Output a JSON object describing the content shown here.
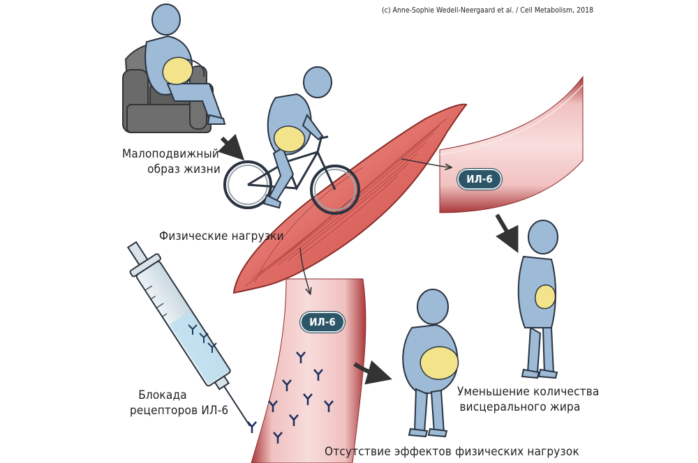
{
  "credit": "(c) Anne-Sophie Wedell-Neergaard et al. / Cell Metabolism, 2018",
  "labels": {
    "sedentary": [
      "Малоподвижный",
      "образ жизни"
    ],
    "exercise": "Физические нагрузки",
    "blockade": [
      "Блокада",
      "рецепторов ИЛ-6"
    ],
    "reduction": [
      "Уменьшение количества",
      "висцерального жира"
    ],
    "no_effect": "Отсутствие эффектов физических нагрузок"
  },
  "badges": {
    "il6_top": "ИЛ-6",
    "il6_bottom": "ИЛ-6"
  },
  "colors": {
    "figure": "#9dbad6",
    "figure_outline": "#2a3340",
    "fat": "#f3e38a",
    "muscle": "#e27a74",
    "vessel": "#f2c6c5",
    "badge": "#2c5568",
    "armchair": "#6c6c6c"
  }
}
